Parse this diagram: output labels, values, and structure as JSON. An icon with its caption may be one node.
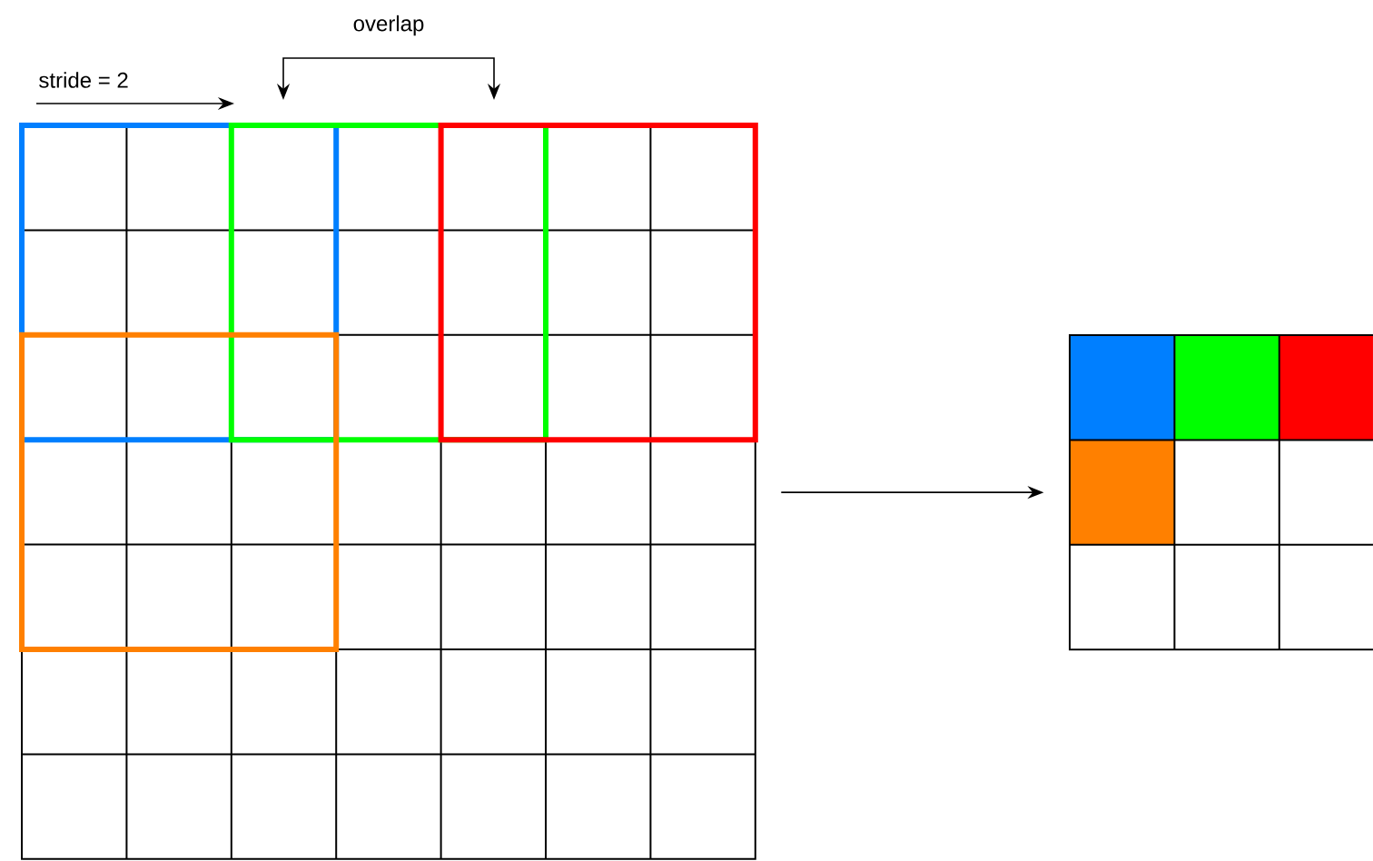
{
  "diagram": {
    "nodes": [
      {
        "text": [],
        "shape": "grid"
      },
      {
        "text": [],
        "shape": "grid"
      }
    ],
    "edges": [
      {
        "from": 0,
        "to": 1,
        "arrow": "to"
      }
    ],
    "labels": [
      "stride = 2",
      "overlap"
    ]
  }
}
